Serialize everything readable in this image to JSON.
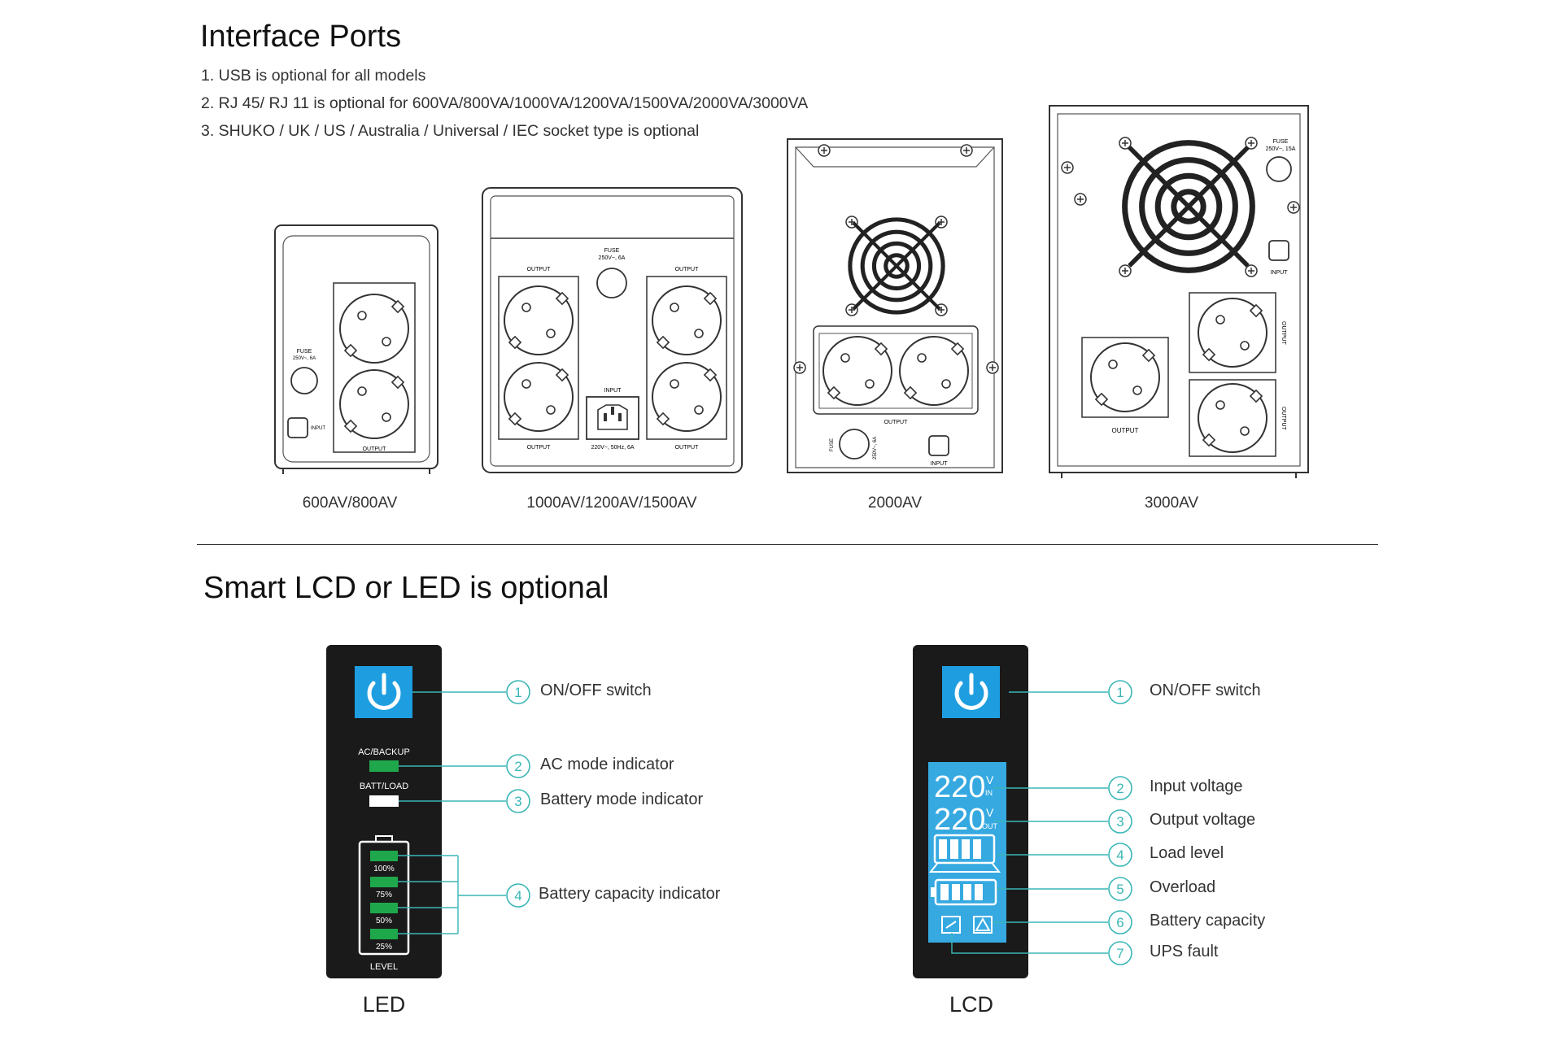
{
  "interface": {
    "title": "Interface Ports",
    "notes": [
      "1. USB is optional for all models",
      "2. RJ 45/ RJ 11 is optional for 600VA/800VA/1000VA/1200VA/1500VA/2000VA/3000VA",
      "3. SHUKO / UK / US / Australia / Universal / IEC socket type is optional"
    ],
    "models": [
      {
        "label": "600AV/800AV"
      },
      {
        "label": "1000AV/1200AV/1500AV"
      },
      {
        "label": "2000AV"
      },
      {
        "label": "3000AV"
      }
    ],
    "panel_text": {
      "fuse": "FUSE",
      "fuse_6a": "250V~, 6A",
      "fuse_15a": "250V~, 15A",
      "input": "INPUT",
      "output": "OUTPUT",
      "input_rating": "220V~, 50Hz, 6A",
      "fuse_rot": "FUSE",
      "fuse_rot_rating": "250V~, 6A"
    }
  },
  "smart": {
    "title": "Smart LCD or LED is optional",
    "led": {
      "label": "LED",
      "ac_backup": "AC/BACKUP",
      "batt_load": "BATT/LOAD",
      "levels": [
        "100%",
        "75%",
        "50%",
        "25%"
      ],
      "level_label": "LEVEL",
      "callouts": [
        {
          "num": "1",
          "text": "ON/OFF switch"
        },
        {
          "num": "2",
          "text": "AC mode indicator"
        },
        {
          "num": "3",
          "text": "Battery mode indicator"
        },
        {
          "num": "4",
          "text": "Battery capacity indicator"
        }
      ]
    },
    "lcd": {
      "label": "LCD",
      "input_value": "220",
      "output_value": "220",
      "unit": "V",
      "in_tag": "IN",
      "out_tag": "OUT",
      "callouts": [
        {
          "num": "1",
          "text": "ON/OFF switch"
        },
        {
          "num": "2",
          "text": "Input voltage"
        },
        {
          "num": "3",
          "text": "Output voltage"
        },
        {
          "num": "4",
          "text": "Load level"
        },
        {
          "num": "5",
          "text": "Overload"
        },
        {
          "num": "6",
          "text": "Battery capacity"
        },
        {
          "num": "7",
          "text": "UPS fault"
        }
      ]
    }
  },
  "colors": {
    "accent_teal": "#3bb6b6",
    "power_blue": "#1e9ee0",
    "lcd_blue": "#36a9e1",
    "led_green": "#1fa84b",
    "panel_black": "#1a1a1a"
  }
}
